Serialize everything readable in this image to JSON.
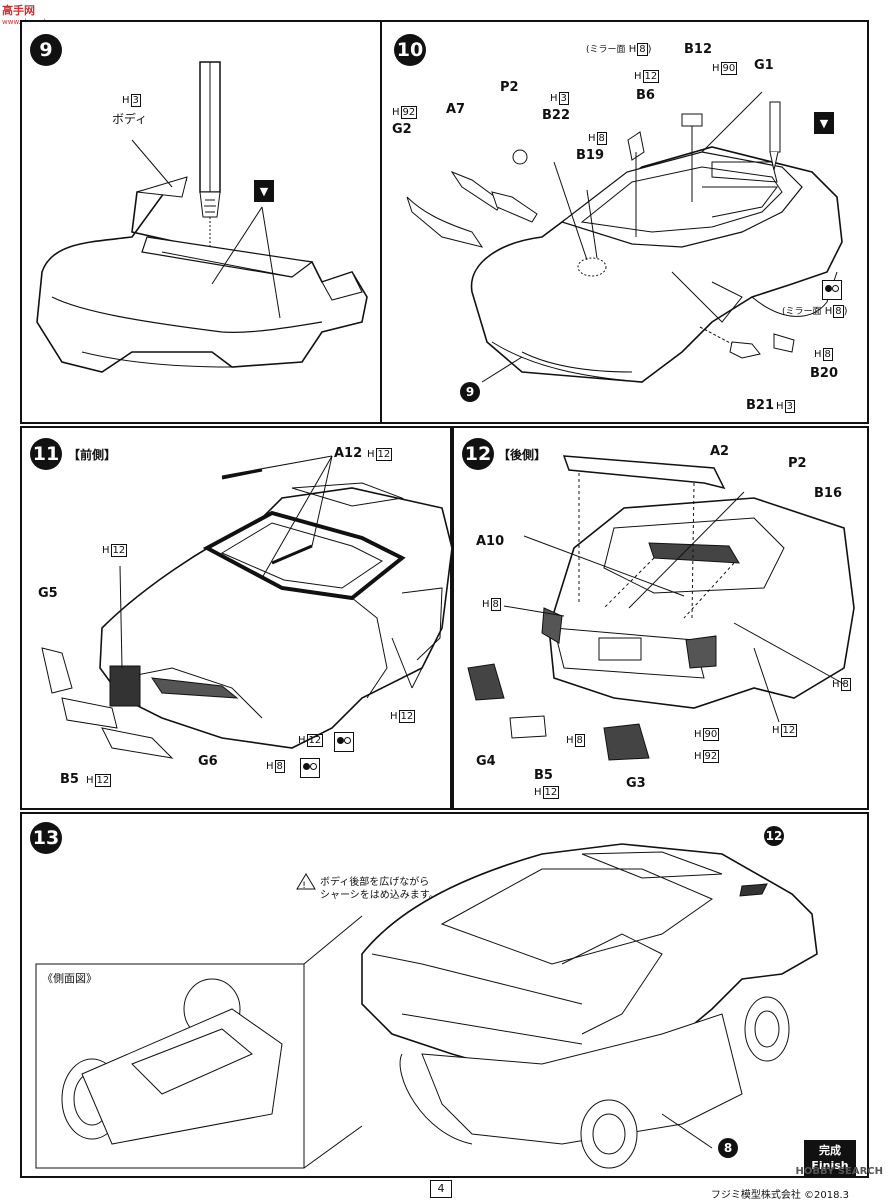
{
  "page": {
    "number": "4",
    "finish": {
      "jp": "完成",
      "en": "Finish"
    },
    "footer": "フジミ模型株式会社 ©2018.3",
    "watermark_tl": {
      "main": "高手网",
      "sub": "www.zhan-shou.com"
    },
    "watermark_br": "HOBBY SEARCH"
  },
  "step9": {
    "number": "9",
    "labels": {
      "body": "ボディ"
    },
    "paint": {
      "body_code": "3",
      "body_prefix": "H"
    }
  },
  "step10": {
    "number": "10",
    "parts": {
      "p2": "P2",
      "a7": "A7",
      "g2": "G2",
      "b22": "B22",
      "b19": "B19",
      "b6": "B6",
      "b12": "B12",
      "g1": "G1",
      "b20": "B20",
      "b21": "B21"
    },
    "paint": {
      "g2_code": "92",
      "b22_code": "3",
      "b19_code": "8",
      "b6_code": "12",
      "b12_code": "90",
      "b20_code": "8",
      "b21_code": "3",
      "mirror_label": "(ミラー面",
      "mirror_code": "8",
      "prefix": "H"
    },
    "ref": "9"
  },
  "step11": {
    "number": "11",
    "side": "【前側】",
    "parts": {
      "a12": "A12",
      "g5": "G5",
      "b5": "B5",
      "g6": "G6"
    },
    "paint": {
      "a12_code": "12",
      "left_code": "12",
      "b5_code": "12",
      "h12_code": "12",
      "h8_code": "8",
      "right_code": "12",
      "prefix": "H"
    }
  },
  "step12": {
    "number": "12",
    "side": "【後側】",
    "parts": {
      "a2": "A2",
      "p2": "P2",
      "b16": "B16",
      "a10": "A10",
      "g4": "G4",
      "b5": "B5",
      "g3": "G3"
    },
    "paint": {
      "h8a": "8",
      "h8b": "8",
      "h8c": "8",
      "h12a": "12",
      "b5_code": "12",
      "g3a": "90",
      "g3b": "92",
      "prefix": "H"
    }
  },
  "step13": {
    "number": "13",
    "note_line1": "ボディ後部を広げながら",
    "note_line2": "シャーシをはめ込みます。",
    "side_view": "《側面図》",
    "ref_top": "12",
    "ref_bottom": "8"
  }
}
